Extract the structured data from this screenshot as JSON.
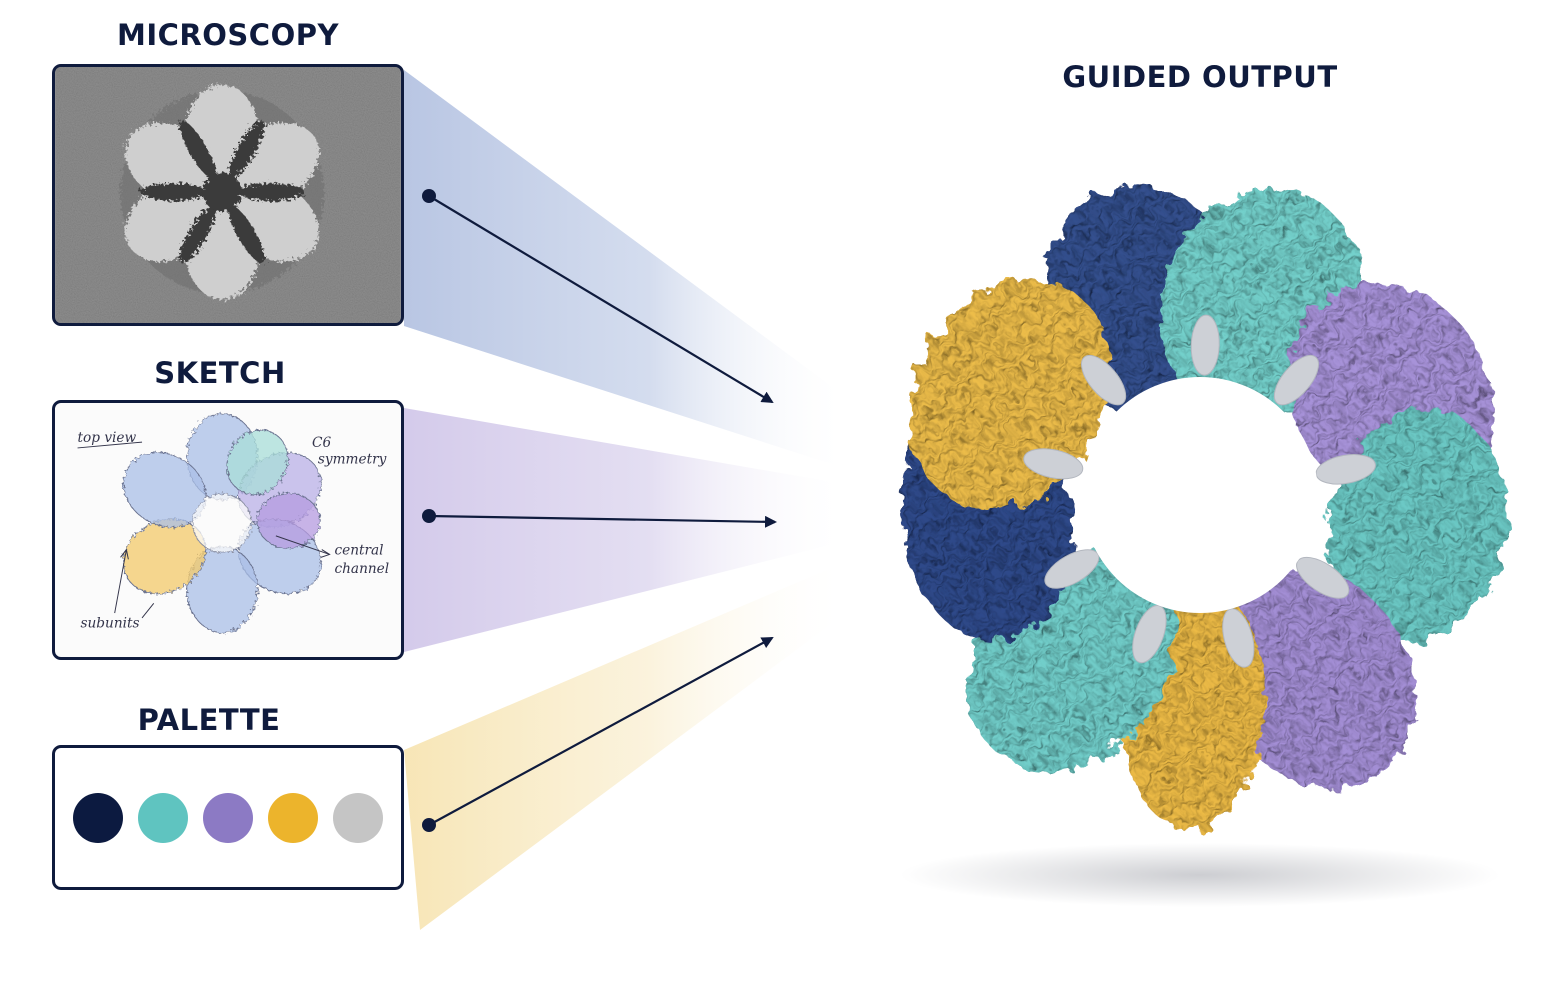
{
  "inputs": {
    "microscopy": {
      "title": "MICROSCOPY"
    },
    "sketch": {
      "title": "SKETCH",
      "notes": {
        "top_view": "top view",
        "symmetry_1": "C6",
        "symmetry_2": "symmetry",
        "channel_1": "central",
        "channel_2": "channel",
        "subunits": "subunits"
      }
    },
    "palette": {
      "title": "PALETTE",
      "swatches": [
        "#0c1a40",
        "#5fc4c0",
        "#8c7ac4",
        "#ecb42c",
        "#c5c5c5"
      ]
    }
  },
  "output": {
    "title": "GUIDED OUTPUT"
  },
  "colors": {
    "ink": "#0f1b3d",
    "flow_microscopy": "#8ea5d3",
    "flow_sketch": "#b7a6db",
    "flow_palette": "#f0d48a",
    "subunit_navy": "#2f4b8c",
    "subunit_teal": "#6fcfcb",
    "subunit_purple": "#a38fd6",
    "subunit_gold": "#edbd48",
    "linker_grey": "#c9ccd2"
  },
  "icons": {
    "microscopy": "negative-stain-micrograph",
    "sketch": "hand-drawn-ring-sketch",
    "output": "protein-ring-complex-render"
  }
}
